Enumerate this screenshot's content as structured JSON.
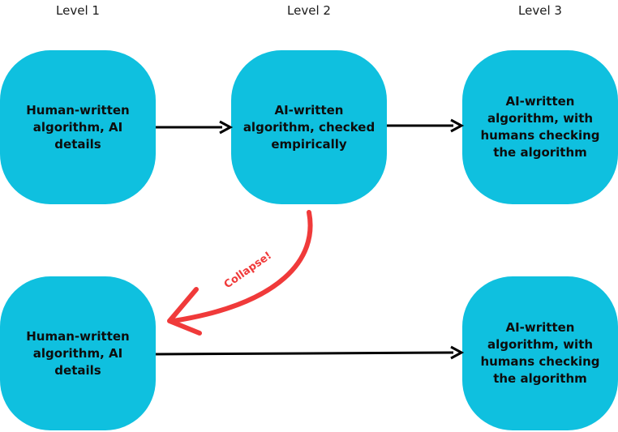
{
  "levels": [
    "Level 1",
    "Level 2",
    "Level 3"
  ],
  "nodes": {
    "top_1": "Human-written algorithm, AI details",
    "top_2": "AI-written algorithm, checked empirically",
    "top_3": "AI-written algorithm, with humans checking the algorithm",
    "bottom_1": "Human-written algorithm, AI details",
    "bottom_3": "AI-written algorithm, with humans checking the algorithm"
  },
  "collapse_label": "Collapse!",
  "colors": {
    "node_fill": "#0fc0df",
    "arrow": "#000000",
    "collapse_arrow": "#f03a3a"
  }
}
